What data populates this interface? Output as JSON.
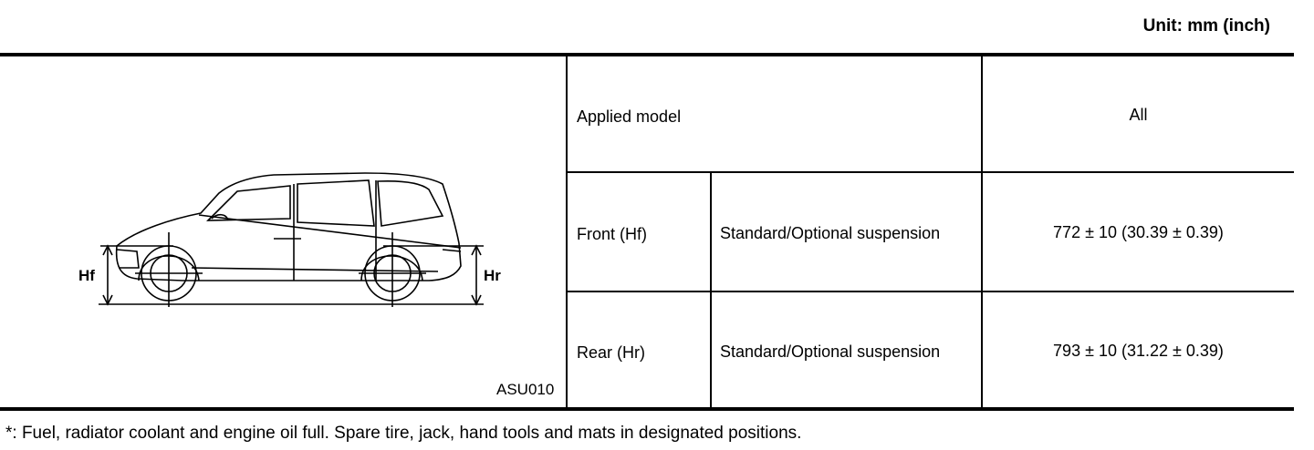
{
  "unit_label": "Unit: mm (inch)",
  "figure": {
    "code": "ASU010",
    "label_front": "Hf",
    "label_rear": "Hr"
  },
  "table": {
    "applied_model_label": "Applied model",
    "applied_model_value": "All",
    "rows": [
      {
        "position": "Front (Hf)",
        "suspension": "Standard/Optional suspension",
        "value": "772 ± 10 (30.39 ± 0.39)"
      },
      {
        "position": "Rear (Hr)",
        "suspension": "Standard/Optional suspension",
        "value": "793 ± 10 (31.22 ± 0.39)"
      }
    ]
  },
  "footnote": "*: Fuel, radiator coolant and engine oil full. Spare tire, jack, hand tools and mats in designated positions."
}
